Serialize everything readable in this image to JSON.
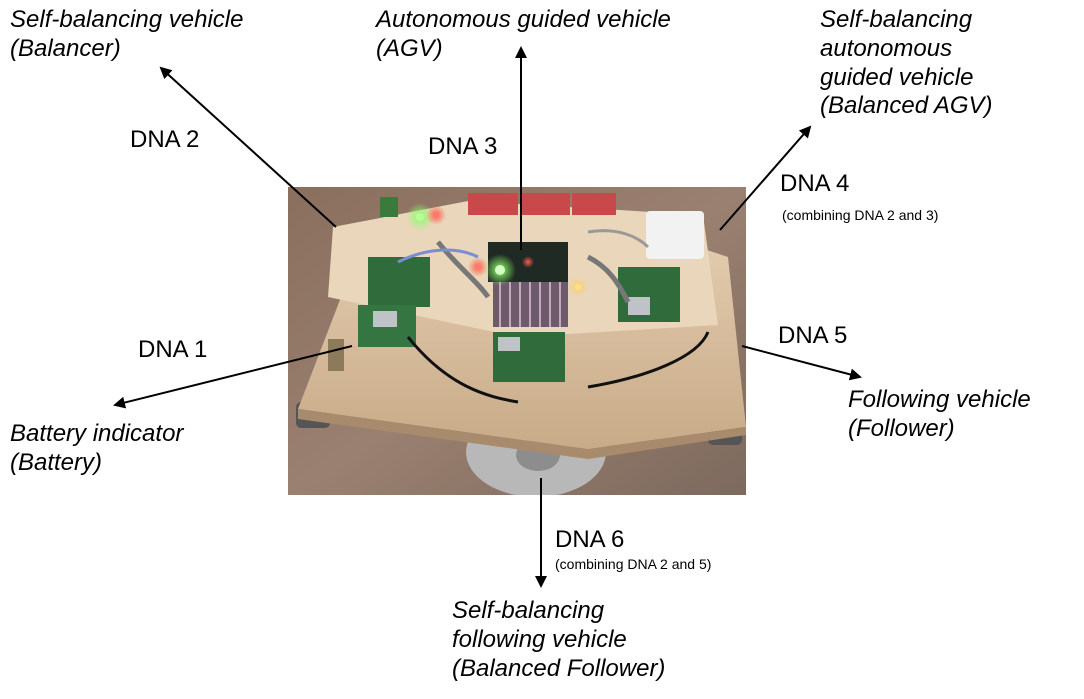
{
  "photo": {
    "name": "Robot vehicle platform photograph"
  },
  "labels": {
    "balancer": "Self-balancing vehicle\n(Balancer)",
    "agv": "Autonomous guided vehicle\n(AGV)",
    "balanced_agv": "Self-balancing\nautonomous\nguided vehicle\n(Balanced AGV)",
    "battery": "Battery indicator\n(Battery)",
    "follower": "Following vehicle\n(Follower)",
    "balanced_follower": "Self-balancing\nfollowing vehicle\n(Balanced Follower)"
  },
  "dna": {
    "dna1": "DNA 1",
    "dna2": "DNA 2",
    "dna3": "DNA 3",
    "dna4": "DNA 4",
    "dna4_note": "(combining DNA 2 and 3)",
    "dna5": "DNA 5",
    "dna6": "DNA 6",
    "dna6_note": "(combining DNA 2 and 5)"
  }
}
